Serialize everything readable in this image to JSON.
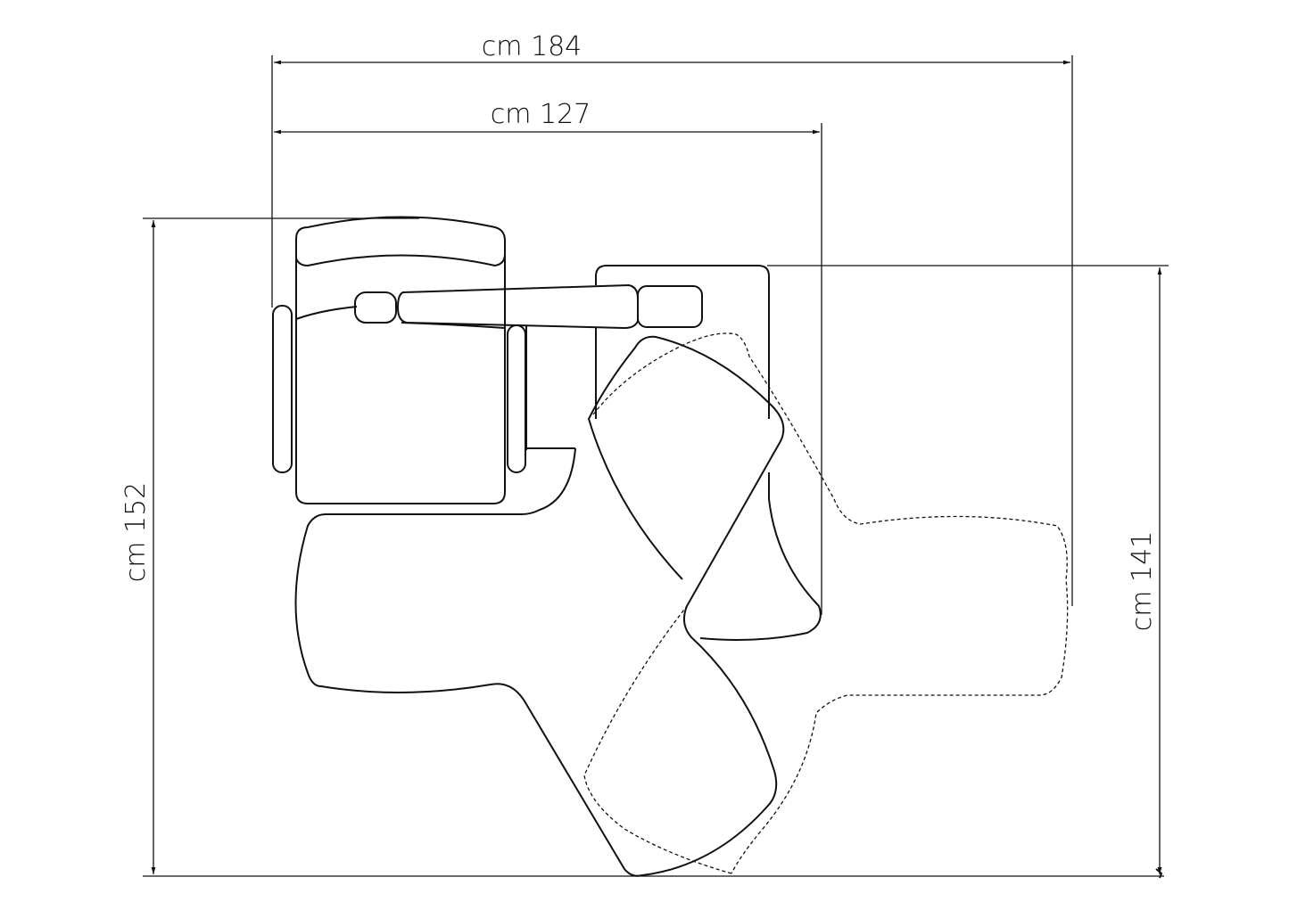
{
  "dimensions": {
    "overall_width": "cm 184",
    "inner_width": "cm 127",
    "overall_depth": "cm 152",
    "right_depth": "cm 141"
  }
}
